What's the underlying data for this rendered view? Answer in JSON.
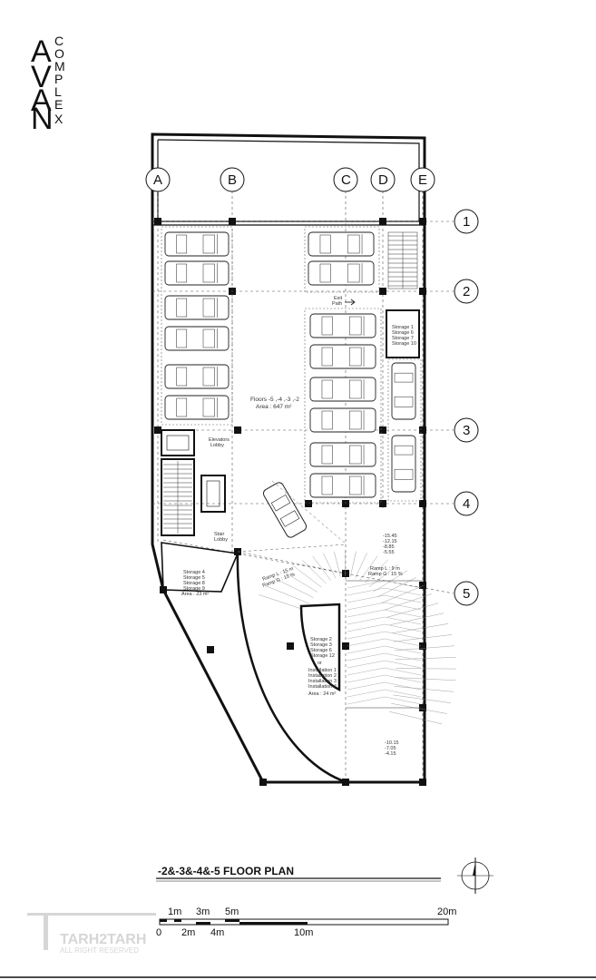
{
  "logo": {
    "big_letters": [
      "A",
      "V",
      "A",
      "N"
    ],
    "small_letters": [
      "C",
      "O",
      "M",
      "P",
      "L",
      "E",
      "X"
    ]
  },
  "grid": {
    "columns": [
      "A",
      "B",
      "C",
      "D",
      "E"
    ],
    "rows": [
      "1",
      "2",
      "3",
      "4",
      "5"
    ]
  },
  "labels": {
    "exit_path": "Exit",
    "exit_path_2": "Path",
    "storage_top": [
      "Storage 1",
      "Storage 6",
      "Storage 7",
      "Storage 10"
    ],
    "floors": "Floors -5 ,-4 ,-3 ,-2",
    "area_main": "Area : 647 m²",
    "elevator_lobby": "Elevators",
    "elevator_lobby_2": "Lobby",
    "stair_lobby": "Stair",
    "stair_lobby_2": "Lobby",
    "storage_left": [
      "Storage 4",
      "Storage 5",
      "Storage 8",
      "Storage 9"
    ],
    "area_left": "Area : 23 m²",
    "storage_center": [
      "Storage 2",
      "Storage 3",
      "Storage 6",
      "Storage 12"
    ],
    "or": "or",
    "installation": [
      "Installation 1",
      "Installation 2",
      "Installation 3",
      "Installation 4"
    ],
    "area_center": "Area : 24 m²",
    "ramp_l": "Ramp L : 9 m",
    "ramp_g": "Ramp G : 15 %",
    "ramp_l2": "Ramp L : 15 m",
    "ramp_g2": "Ramp G : 15 %",
    "level_1": "-15.45",
    "level_2": "-12.15",
    "level_3": "-8.85",
    "level_4": "-5.55",
    "level_b1": "-10.15",
    "level_b2": "-7.05",
    "level_b3": "-4.15"
  },
  "title": "-2&-3&-4&-5 FLOOR PLAN",
  "scale": {
    "top_labels": [
      "1m",
      "3m",
      "5m",
      "20m"
    ],
    "bottom_labels": [
      "0",
      "2m",
      "4m",
      "10m"
    ]
  },
  "watermark": {
    "brand": "TARH2TARH",
    "rights": "ALL RIGHT RESERVED"
  },
  "colors": {
    "ink": "#111111",
    "line": "#333333",
    "watermark": "#d6d6d6"
  }
}
